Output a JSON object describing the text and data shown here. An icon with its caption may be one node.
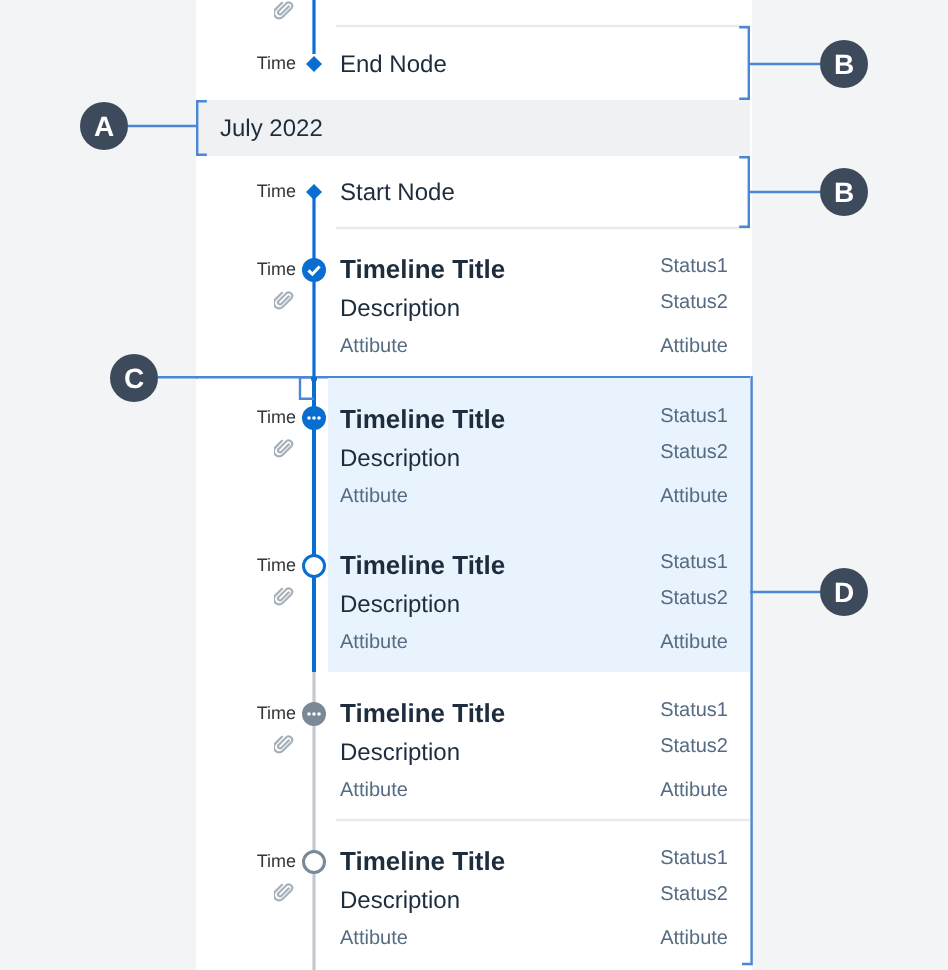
{
  "diagram": {
    "nodes": [
      {
        "text": [
          "Time",
          "End Node"
        ]
      },
      {
        "text": [
          "B"
        ]
      },
      {
        "text": [
          "A"
        ]
      },
      {
        "text": [
          "July 2022"
        ]
      },
      {
        "text": [
          "Time",
          "Start Node"
        ]
      },
      {
        "text": [
          "B"
        ]
      },
      {
        "text": [
          "Time",
          "Timeline Title",
          "Status1",
          "Description",
          "Status2",
          "Attibute",
          "Attibute"
        ]
      },
      {
        "text": [
          "C"
        ]
      },
      {
        "text": [
          "Time",
          "Timeline Title",
          "Status1",
          "Description",
          "Status2",
          "Attibute",
          "Attibute"
        ]
      },
      {
        "text": [
          "Time",
          "Timeline Title",
          "Status1",
          "Description",
          "Status2",
          "Attibute",
          "Attibute"
        ]
      },
      {
        "text": [
          "D"
        ]
      },
      {
        "text": [
          "Time",
          "Timeline Title",
          "Status1",
          "Description",
          "Status2",
          "Attibute",
          "Attibute"
        ]
      },
      {
        "text": [
          "Time",
          "Timeline Title",
          "Status1",
          "Description",
          "Status2",
          "Attibute",
          "Attibute"
        ]
      }
    ],
    "edges": [
      {
        "from": 1,
        "to": 0,
        "arrow": "none"
      },
      {
        "from": 2,
        "to": 3,
        "arrow": "none"
      },
      {
        "from": 5,
        "to": 4,
        "arrow": "none"
      },
      {
        "from": 7,
        "to": 8,
        "arrow": "none"
      },
      {
        "from": 10,
        "to": 9,
        "arrow": "none"
      }
    ]
  }
}
